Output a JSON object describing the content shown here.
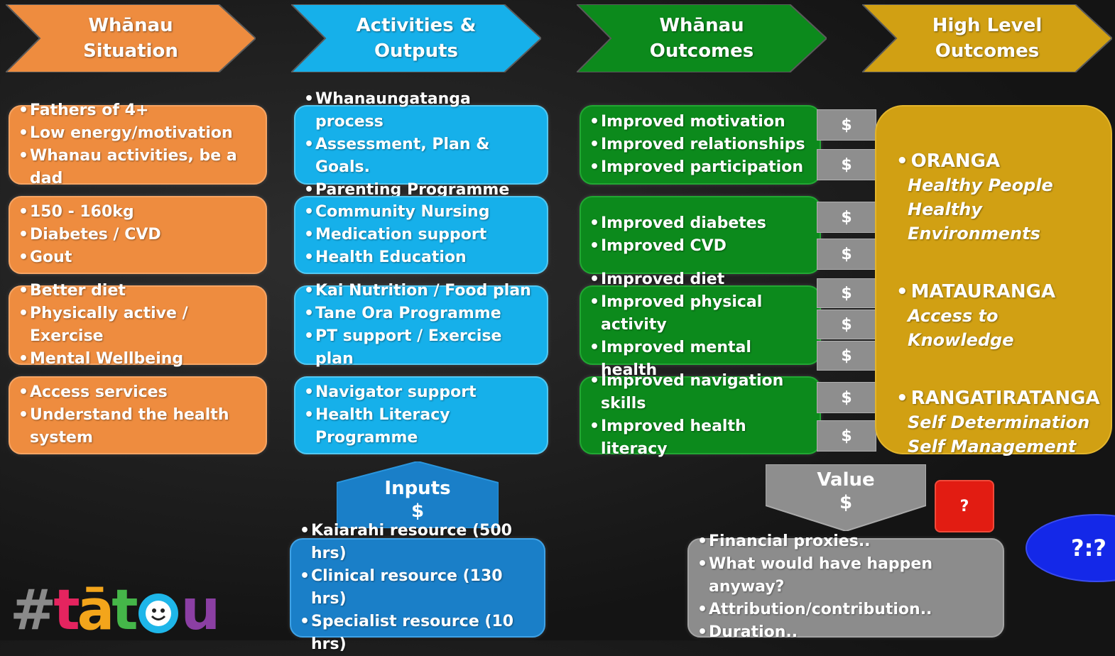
{
  "headers": [
    {
      "line1": "Whānau",
      "line2": "Situation",
      "color": "#ee8c3f"
    },
    {
      "line1": "Activities &",
      "line2": "Outputs",
      "color": "#16b0ea"
    },
    {
      "line1": "Whānau",
      "line2": "Outcomes",
      "color": "#0c8a1c"
    },
    {
      "line1": "High Level",
      "line2": "Outcomes",
      "color": "#d1a013"
    }
  ],
  "situation": [
    [
      "Fathers of 4+",
      "Low energy/motivation",
      "Whanau activities, be a dad"
    ],
    [
      "150 - 160kg",
      "Diabetes / CVD",
      "Gout"
    ],
    [
      "Better diet",
      "Physically active / Exercise",
      "Mental Wellbeing"
    ],
    [
      "Access services",
      "Understand the health system"
    ]
  ],
  "activities": [
    [
      "Whanaungatanga process",
      "Assessment, Plan & Goals.",
      "Parenting Programme"
    ],
    [
      "Community Nursing",
      "Medication support",
      "Health Education"
    ],
    [
      "Kai Nutrition / Food plan",
      "Tane Ora Programme",
      "PT support / Exercise plan"
    ],
    [
      "Navigator support",
      "Health Literacy Programme"
    ]
  ],
  "outcomes": [
    [
      "Improved motivation",
      "Improved relationships",
      "Improved participation"
    ],
    [
      "Improved diabetes",
      "Improved CVD"
    ],
    [
      "Improved diet",
      "Improved physical activity",
      "Improved mental health"
    ],
    [
      "Improved navigation skills",
      "Improved health literacy"
    ]
  ],
  "dollar_symbol": "$",
  "high_level": [
    {
      "heading": "ORANGA",
      "subs": [
        "Healthy People",
        "Healthy Environments"
      ]
    },
    {
      "heading": "MATAURANGA",
      "subs": [
        "Access to Knowledge"
      ]
    },
    {
      "heading": "RANGATIRATANGA",
      "subs": [
        "Self Determination",
        "Self Management"
      ]
    }
  ],
  "inputs": {
    "title": "Inputs",
    "symbol": "$",
    "items": [
      "Kaiarahi resource (500 hrs)",
      "Clinical resource (130 hrs)",
      "Specialist resource (10 hrs)"
    ]
  },
  "value": {
    "title": "Value",
    "symbol": "$",
    "items": [
      "Financial proxies..",
      "What would have happen anyway?",
      "Attribution/contribution..",
      "Duration.."
    ]
  },
  "question_box": "?",
  "ratio_oval": "?:?",
  "logo": {
    "hash": "#",
    "t1": "t",
    "a": "ā",
    "t2": "t",
    "u": "u"
  }
}
